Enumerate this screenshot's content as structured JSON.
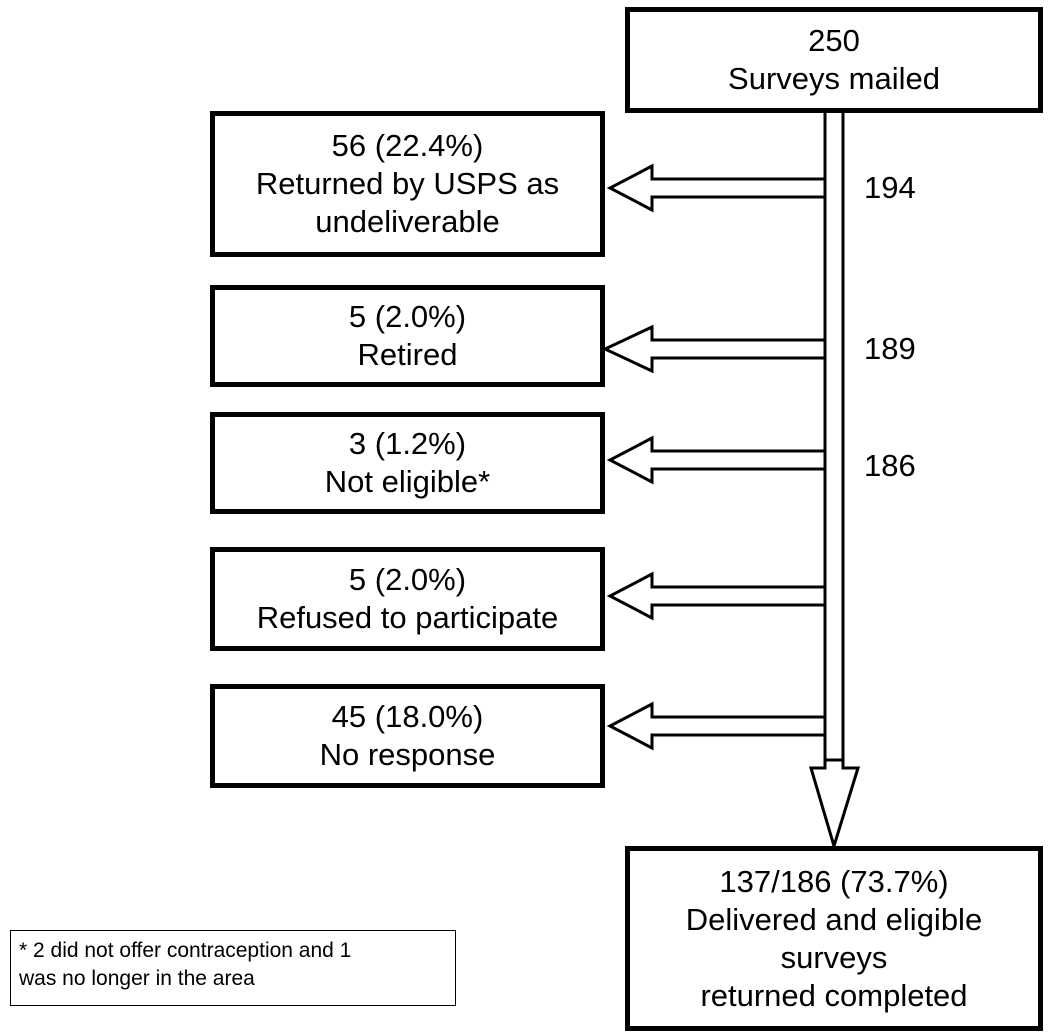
{
  "top_box": {
    "count": "250",
    "label": "Surveys mailed"
  },
  "exclusions": [
    {
      "count": "56 (22.4%)",
      "lines": [
        "Returned by USPS as",
        "undeliverable"
      ]
    },
    {
      "count": "5 (2.0%)",
      "lines": [
        "Retired"
      ]
    },
    {
      "count": "3 (1.2%)",
      "lines": [
        "Not eligible*"
      ]
    },
    {
      "count": "5 (2.0%)",
      "lines": [
        "Refused to participate"
      ]
    },
    {
      "count": "45 (18.0%)",
      "lines": [
        "No response"
      ]
    }
  ],
  "remaining": [
    "194",
    "189",
    "186"
  ],
  "final_box": {
    "count": "137/186 (73.7%)",
    "lines": [
      "Delivered and eligible",
      "surveys",
      "returned completed"
    ]
  },
  "footnote": {
    "lines": [
      "* 2 did not offer contraception and 1",
      "was no longer in the area"
    ]
  }
}
